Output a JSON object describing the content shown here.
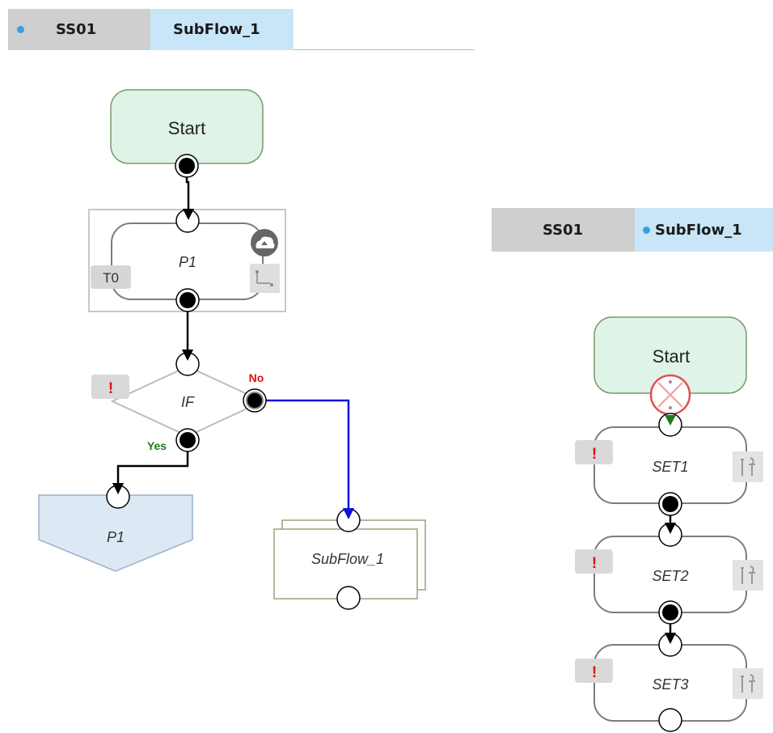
{
  "left_panel": {
    "tabs": [
      {
        "label": "SS01",
        "active_dot": true
      },
      {
        "label": "SubFlow_1",
        "active_dot": false
      }
    ],
    "nodes": {
      "start": "Start",
      "p1": "P1",
      "p1_badge": "T0",
      "if": "IF",
      "yes_label": "Yes",
      "no_label": "No",
      "end_p1": "P1",
      "subflow": "SubFlow_1",
      "warning": "!"
    }
  },
  "right_panel": {
    "tabs": [
      {
        "label": "SS01",
        "active_dot": false
      },
      {
        "label": "SubFlow_1",
        "active_dot": true
      }
    ],
    "nodes": {
      "start": "Start",
      "set1": "SET1",
      "set2": "SET2",
      "set3": "SET3",
      "warning": "!"
    }
  },
  "colors": {
    "start_fill": "#dff3e6",
    "start_border": "#7a9a6a",
    "yes": "#1e7b1e",
    "no": "#e01010",
    "branch_line": "#1010e0",
    "end_fill": "#dde8f5",
    "tab_active": "#c9e6f8",
    "tab_inactive": "#cfcfcf"
  },
  "icons": [
    "cloud-upload-icon",
    "connector-icon",
    "tools-icon",
    "error-circle-icon",
    "down-arrow-icon"
  ]
}
